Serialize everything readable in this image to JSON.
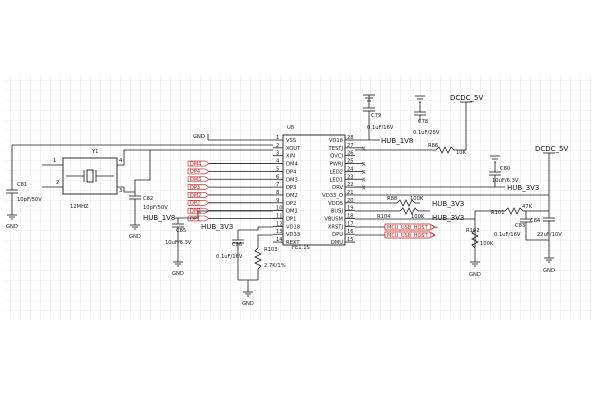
{
  "crystal": {
    "ref": "Y1",
    "value": "12MHZ",
    "pin1": "1",
    "pin2": "2",
    "pin3": "3",
    "pin4": "4"
  },
  "c81": {
    "ref": "C81",
    "value": "10pF/50V"
  },
  "c82": {
    "ref": "C82",
    "value": "10pF/50V"
  },
  "c85": {
    "ref": "C85",
    "value": "10uF/6.3V"
  },
  "c86": {
    "ref": "C86",
    "value": "0.1uF/16V"
  },
  "c79": {
    "ref": "C79",
    "value": "0.1uF/16V"
  },
  "c78": {
    "ref": "C78",
    "value": "0.1uF/25V"
  },
  "c80": {
    "ref": "C80",
    "value": "10uF/6.3V"
  },
  "c83": {
    "ref": "C83",
    "value": "0.1uF/16V"
  },
  "c84": {
    "ref": "C84",
    "value": "22uF/10V"
  },
  "r103": {
    "ref": "R103",
    "value": "2.7K/1%"
  },
  "r86": {
    "ref": "R86",
    "value": "10K"
  },
  "r88": {
    "ref": "R88",
    "value": "100K"
  },
  "r104": {
    "ref": "R104",
    "value": "100K"
  },
  "r101": {
    "ref": "R101",
    "value": "47K"
  },
  "r102": {
    "ref": "R102",
    "value": "100K"
  },
  "ic": {
    "ref": "U8",
    "part": "FE1.1S",
    "left_pins": [
      {
        "num": "1",
        "name": "VSS"
      },
      {
        "num": "2",
        "name": "XOUT"
      },
      {
        "num": "3",
        "name": "XIN"
      },
      {
        "num": "4",
        "name": "DM4"
      },
      {
        "num": "5",
        "name": "DP4"
      },
      {
        "num": "6",
        "name": "DM3"
      },
      {
        "num": "7",
        "name": "DP3"
      },
      {
        "num": "8",
        "name": "DM2"
      },
      {
        "num": "9",
        "name": "DP2"
      },
      {
        "num": "10",
        "name": "DM1"
      },
      {
        "num": "11",
        "name": "DP1"
      },
      {
        "num": "12",
        "name": "VD18"
      },
      {
        "num": "13",
        "name": "VD33"
      },
      {
        "num": "14",
        "name": "REXT"
      }
    ],
    "right_pins": [
      {
        "num": "28",
        "name": "VD18"
      },
      {
        "num": "27",
        "name": "TESTJ"
      },
      {
        "num": "26",
        "name": "OVCJ"
      },
      {
        "num": "25",
        "name": "PWRJ"
      },
      {
        "num": "24",
        "name": "LED2"
      },
      {
        "num": "23",
        "name": "LED1"
      },
      {
        "num": "22",
        "name": "DRV"
      },
      {
        "num": "21",
        "name": "VD33_O"
      },
      {
        "num": "20",
        "name": "VDD5"
      },
      {
        "num": "19",
        "name": "BUSJ"
      },
      {
        "num": "18",
        "name": "VBUSM"
      },
      {
        "num": "17",
        "name": "XRSTJ"
      },
      {
        "num": "16",
        "name": "DPU"
      },
      {
        "num": "15",
        "name": "DMU"
      }
    ],
    "left_port_labels": [
      "DM4",
      "DP4",
      "DM3",
      "DP3",
      "DM2",
      "DP2",
      "DM1",
      "DP1"
    ]
  },
  "nets": {
    "gnd": "GND",
    "hub_1v8": "HUB_1V8",
    "hub_3v3": "HUB_3V3",
    "dcdc_5v": "DCDC_5V",
    "usb_dp": "MCU_USB_HOST_D+",
    "usb_dm": "MCU_USB_HOST_D-"
  },
  "no_connect_mark": "X"
}
